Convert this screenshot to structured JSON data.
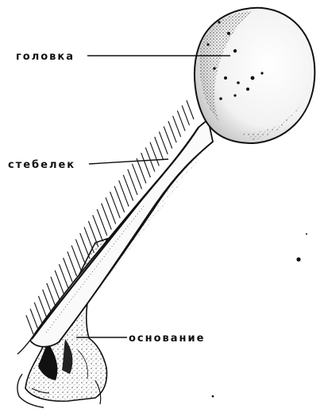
{
  "labels": {
    "head": "головка",
    "stalk": "стебелек",
    "base": "основание"
  },
  "colors": {
    "ink": "#111111",
    "background": "#ffffff",
    "shading": "#555555"
  }
}
